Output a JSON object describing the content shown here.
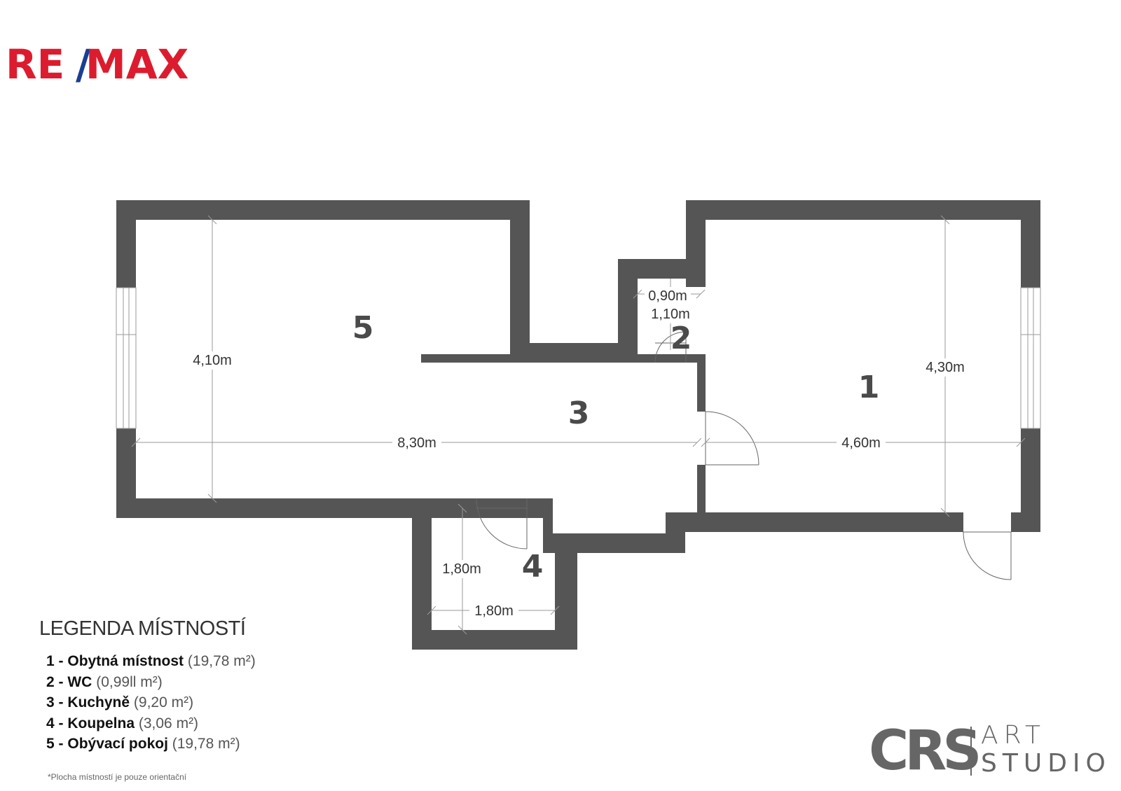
{
  "brand": {
    "logo_parts": [
      "RE",
      "/",
      "MAX"
    ],
    "red": "#dc1c2e",
    "blue": "#1a3e91"
  },
  "plan": {
    "wall_color": "#555555",
    "rooms": [
      {
        "number": "1"
      },
      {
        "number": "2"
      },
      {
        "number": "3"
      },
      {
        "number": "4"
      },
      {
        "number": "5"
      }
    ],
    "dimensions": {
      "room5_height": "4,10m",
      "total_width": "8,30m",
      "room1_width": "4,60m",
      "room1_height": "4,30m",
      "wc_width": "0,90m",
      "wc_height": "1,10m",
      "bath_height": "1,80m",
      "bath_width": "1,80m"
    }
  },
  "legend": {
    "title": "LEGENDA MÍSTNOSTÍ",
    "items": [
      {
        "num": "1",
        "name": "Obytná místnost",
        "area": "(19,78 m²)"
      },
      {
        "num": "2",
        "name": "WC",
        "area": "(0,99ll m²)"
      },
      {
        "num": "3",
        "name": "Kuchyně",
        "area": "(9,20 m²)"
      },
      {
        "num": "4",
        "name": "Koupelna",
        "area": "(3,06 m²)"
      },
      {
        "num": "5",
        "name": "Obývací pokoj",
        "area": "(19,78  m²)"
      }
    ],
    "separator": " - ",
    "footnote": "*Plocha místností je pouze orientační"
  },
  "studio": {
    "mark": "CRS",
    "line1": "ART",
    "line2": "STUDIO"
  }
}
